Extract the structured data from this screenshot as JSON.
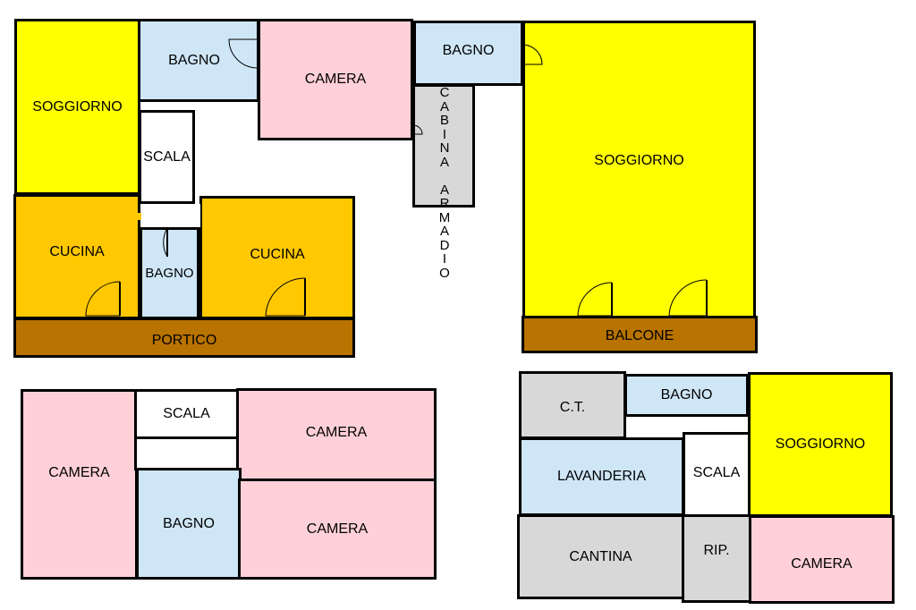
{
  "plan_top_left": {
    "soggiorno": "SOGGIORNO",
    "bagno_top": "BAGNO",
    "camera": "CAMERA",
    "scala": "SCALA",
    "cucina_left": "CUCINA",
    "bagno_small": "BAGNO",
    "cucina_right": "CUCINA",
    "portico": "PORTICO"
  },
  "plan_top_right": {
    "bagno": "BAGNO",
    "cabina_armadio": [
      "C",
      "A",
      "B",
      "I",
      "N",
      "A",
      " ",
      "A",
      "R",
      "M",
      "A",
      "D",
      "I",
      "O"
    ],
    "soggiorno": "SOGGIORNO",
    "balcone": "BALCONE"
  },
  "plan_bottom_left": {
    "camera_left": "CAMERA",
    "scala": "SCALA",
    "camera_top_right": "CAMERA",
    "bagno": "BAGNO",
    "camera_bottom_right": "CAMERA"
  },
  "plan_bottom_right": {
    "ct": "C.T.",
    "bagno": "BAGNO",
    "soggiorno": "SOGGIORNO",
    "lavanderia": "LAVANDERIA",
    "scala": "SCALA",
    "cantina": "CANTINA",
    "rip": "RIP.",
    "camera": "CAMERA"
  },
  "colors": {
    "soggiorno": "#ffff00",
    "camera": "#ffd0d8",
    "bagno": "#cfe6f7",
    "cucina": "#ffc800",
    "portico": "#b87300",
    "service": "#d8d8d8"
  }
}
